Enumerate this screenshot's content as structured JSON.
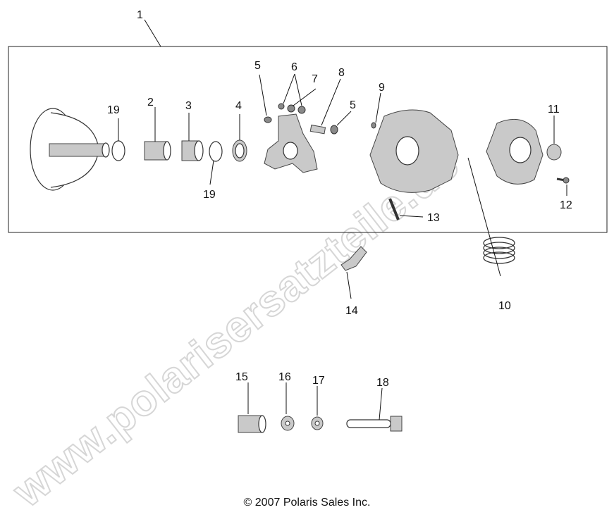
{
  "watermark": "www.polarisersatzteile.de",
  "copyright": "© 2007 Polaris Sales Inc.",
  "callouts": {
    "c1": "1",
    "c2": "2",
    "c3": "3",
    "c4": "4",
    "c5a": "5",
    "c5b": "5",
    "c6": "6",
    "c7": "7",
    "c8": "8",
    "c9": "9",
    "c10": "10",
    "c11": "11",
    "c12": "12",
    "c13": "13",
    "c14": "14",
    "c15": "15",
    "c16": "16",
    "c17": "17",
    "c18": "18",
    "c19a": "19",
    "c19b": "19"
  }
}
